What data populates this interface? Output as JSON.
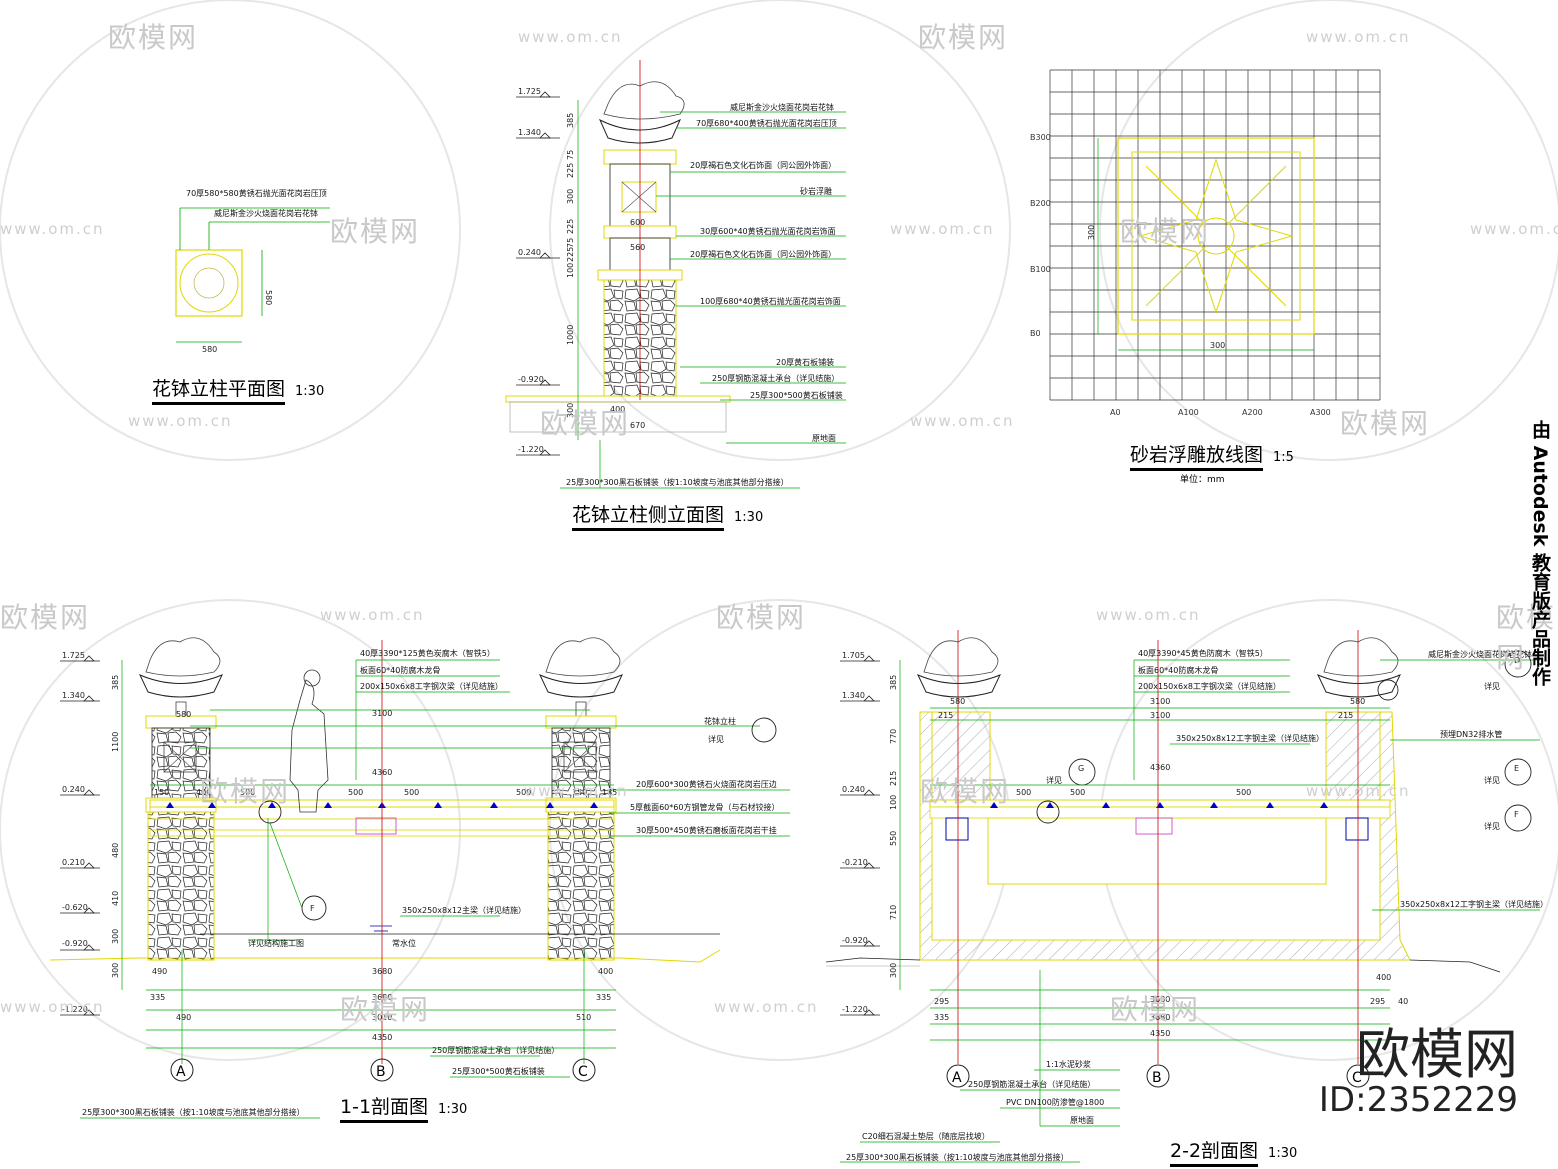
{
  "watermarks": {
    "logo_text": "欧模网",
    "url_text": "www.om.cn"
  },
  "drawing_titles": {
    "plan": {
      "name": "花钵立柱平面图",
      "scale": "1:30"
    },
    "elevation": {
      "name": "花钵立柱侧立面图",
      "scale": "1:30"
    },
    "carving": {
      "name": "砂岩浮雕放线图",
      "scale": "1:5",
      "unit": "单位：mm"
    },
    "section1": {
      "name": "1-1剖面图",
      "scale": "1:30"
    },
    "section2": {
      "name": "2-2剖面图",
      "scale": "1:30"
    }
  },
  "plan": {
    "notes": [
      "70厚580*580黄锈石抛光面花岗岩压顶",
      "威尼斯金沙火烧面花岗岩花钵"
    ],
    "dims": [
      "580",
      "580"
    ]
  },
  "elevation": {
    "levels": [
      "1.725",
      "1.340",
      "0.240",
      "-0.920",
      "-1.220"
    ],
    "vertical_dims": [
      "385",
      "75",
      "225",
      "300",
      "225",
      "75",
      "225",
      "100",
      "1000",
      "300"
    ],
    "notes": [
      "威尼斯金沙火烧面花岗岩花钵",
      "70厚680*400黄锈石抛光面花岗岩压顶",
      "20厚褐石色文化石饰面（同公园外饰面）",
      "砂岩浮雕",
      "30厚600*40黄锈石抛光面花岗岩饰面",
      "20厚褐石色文化石饰面（同公园外饰面）",
      "100厚680*40黄锈石抛光面花岗岩饰面",
      "20厚黄石板铺装",
      "250厚钢筋混凝土承台（详见结施）",
      "25厚300*500黄石板铺装",
      "原地面",
      "25厚300*300黑石板铺装（按1:10坡度与池底其他部分搭接）"
    ],
    "dims": [
      "600",
      "560",
      "400",
      "670"
    ]
  },
  "carving": {
    "x_labels": [
      "A0",
      "A100",
      "A200",
      "A300"
    ],
    "y_labels": [
      "B300",
      "B200",
      "B100",
      "B0"
    ],
    "dims": [
      "300",
      "300"
    ]
  },
  "section1": {
    "levels": [
      "1.725",
      "1.340",
      "0.240",
      "0.210",
      "-0.620",
      "-0.920",
      "-1.220"
    ],
    "vertical_dims": [
      "385",
      "1100",
      "480",
      "410",
      "300",
      "300"
    ],
    "notes": [
      "40厚3390*125黄色炭腐木（智铁5）",
      "板面60*40防腐木龙骨",
      "200x150x6x8工字钢次梁（详见结施）",
      "20厚600*300黄锈石火烧面花岗岩压边",
      "5厚截面60*60方钢管龙骨（与石材铰接）",
      "30厚500*450黄锈石磨板面花岗岩干挂",
      "350x250x8x12主梁（详见结施）",
      "详见结构施工图",
      "常水位",
      "250厚钢筋混凝土承台（详见结施）",
      "25厚300*500黄石板铺装",
      "25厚300*300黑石板铺装（按1:10坡度与池底其他部分搭接）"
    ],
    "callouts": {
      "F": "F",
      "side_label": "花钵立柱",
      "detail": "详见"
    },
    "span_dims": [
      "580",
      "3100",
      "4360",
      "500",
      "500",
      "500",
      "500",
      "3680",
      "3680",
      "3010",
      "4350"
    ],
    "edge_dims": [
      "490",
      "400",
      "335",
      "335",
      "490",
      "510",
      "150",
      "400",
      "150",
      "185"
    ],
    "axes": [
      "A",
      "B",
      "C"
    ]
  },
  "section2": {
    "levels": [
      "1.705",
      "1.340",
      "0.240",
      "-0.210",
      "-0.920",
      "-1.220"
    ],
    "vertical_dims": [
      "385",
      "770",
      "215",
      "100",
      "550",
      "710",
      "300"
    ],
    "notes": [
      "40厚3390*45黄色防腐木（智铁5）",
      "板面60*40防腐木龙骨",
      "200x150x6x8工字钢次梁（详见结施）",
      "350x250x8x12工字钢主梁（详见结施）",
      "威尼斯金沙火烧面花岗岩花钵",
      "预埋DN32排水管",
      "350x250x8x12工字钢主梁（详见结施）",
      "1:1水泥砂浆",
      "250厚钢筋混凝土承台（详见结施）",
      "PVC DN100防渗管@1800",
      "原地面",
      "C20细石混凝土垫层（随底层找坡）",
      "25厚300*300黑石板铺装（按1:10坡度与池底其他部分搭接）"
    ],
    "callouts": [
      "D",
      "E",
      "F",
      "G"
    ],
    "detail_word": "详见",
    "span_dims": [
      "580",
      "3100",
      "3100",
      "4360",
      "500",
      "500",
      "500",
      "3680",
      "3680",
      "4350",
      "580"
    ],
    "edge_dims": [
      "215",
      "215",
      "295",
      "335",
      "295",
      "40",
      "400"
    ],
    "axes": [
      "A",
      "B",
      "C"
    ]
  },
  "side_text": "由 Autodesk 教育版产品制作",
  "brand": {
    "logo": "欧模网",
    "id": "ID:2352229"
  }
}
